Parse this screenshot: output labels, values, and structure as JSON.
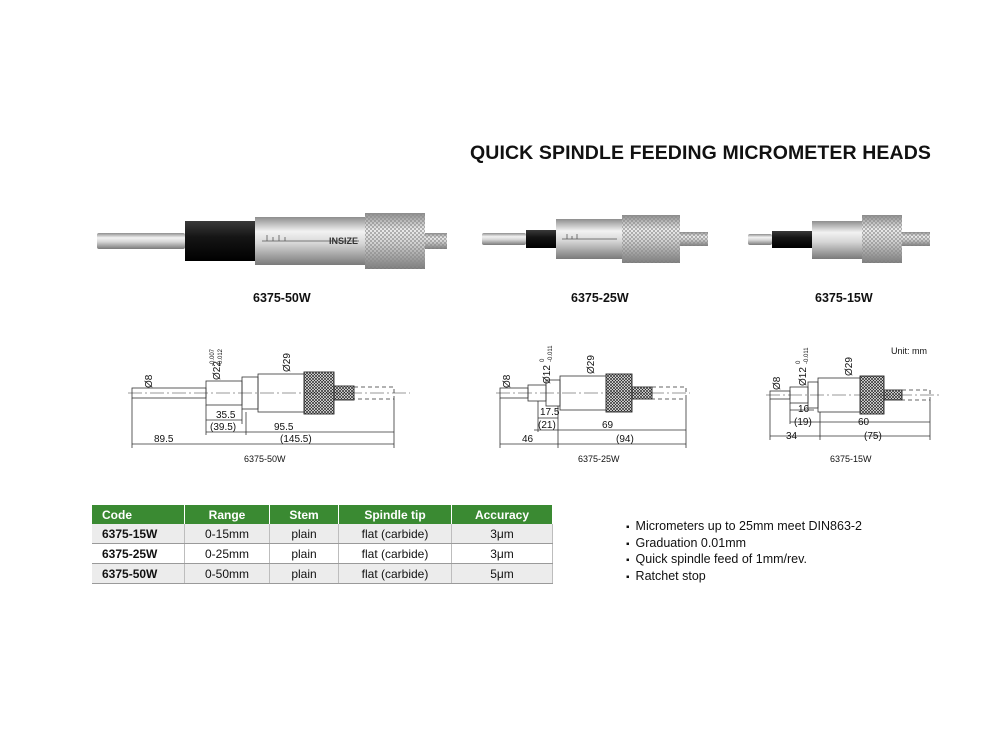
{
  "title": "QUICK SPINDLE FEEDING MICROMETER HEADS",
  "brand_logo": "INSIZE",
  "colors": {
    "table_header": "#3a8a32",
    "row_alt": "#ececec"
  },
  "products": [
    {
      "label": "6375-50W"
    },
    {
      "label": "6375-25W"
    },
    {
      "label": "6375-15W"
    }
  ],
  "unit_note": "Unit: mm",
  "drawings": {
    "d50": {
      "stem_dia": "Ø8",
      "mid_dia": "Ø22",
      "mid_tol_up": "-0.007",
      "mid_tol_low": "-0.012",
      "head_dia": "Ø29",
      "d1": "35.5",
      "d2": "(39.5)",
      "d3": "95.5",
      "d4": "89.5",
      "d5": "(145.5)",
      "caption": "6375-50W"
    },
    "d25": {
      "stem_dia": "Ø8",
      "mid_dia": "Ø12",
      "mid_tol_up": "0",
      "mid_tol_low": "-0.011",
      "head_dia": "Ø29",
      "d1": "17.5",
      "d2": "(21)",
      "d3": "69",
      "d4": "46",
      "d5": "(94)",
      "caption": "6375-25W"
    },
    "d15": {
      "stem_dia": "Ø8",
      "mid_dia": "Ø12",
      "mid_tol_up": "0",
      "mid_tol_low": "-0.011",
      "head_dia": "Ø29",
      "d1": "16",
      "d2": "(19)",
      "d3": "60",
      "d4": "34",
      "d5": "(75)",
      "caption": "6375-15W"
    }
  },
  "table": {
    "headers": [
      "Code",
      "Range",
      "Stem",
      "Spindle tip",
      "Accuracy"
    ],
    "rows": [
      [
        "6375-15W",
        "0-15mm",
        "plain",
        "flat (carbide)",
        "3μm"
      ],
      [
        "6375-25W",
        "0-25mm",
        "plain",
        "flat (carbide)",
        "3μm"
      ],
      [
        "6375-50W",
        "0-50mm",
        "plain",
        "flat (carbide)",
        "5μm"
      ]
    ]
  },
  "features": [
    "Micrometers up to 25mm meet DIN863-2",
    "Graduation 0.01mm",
    "Quick spindle feed of 1mm/rev.",
    "Ratchet stop"
  ]
}
